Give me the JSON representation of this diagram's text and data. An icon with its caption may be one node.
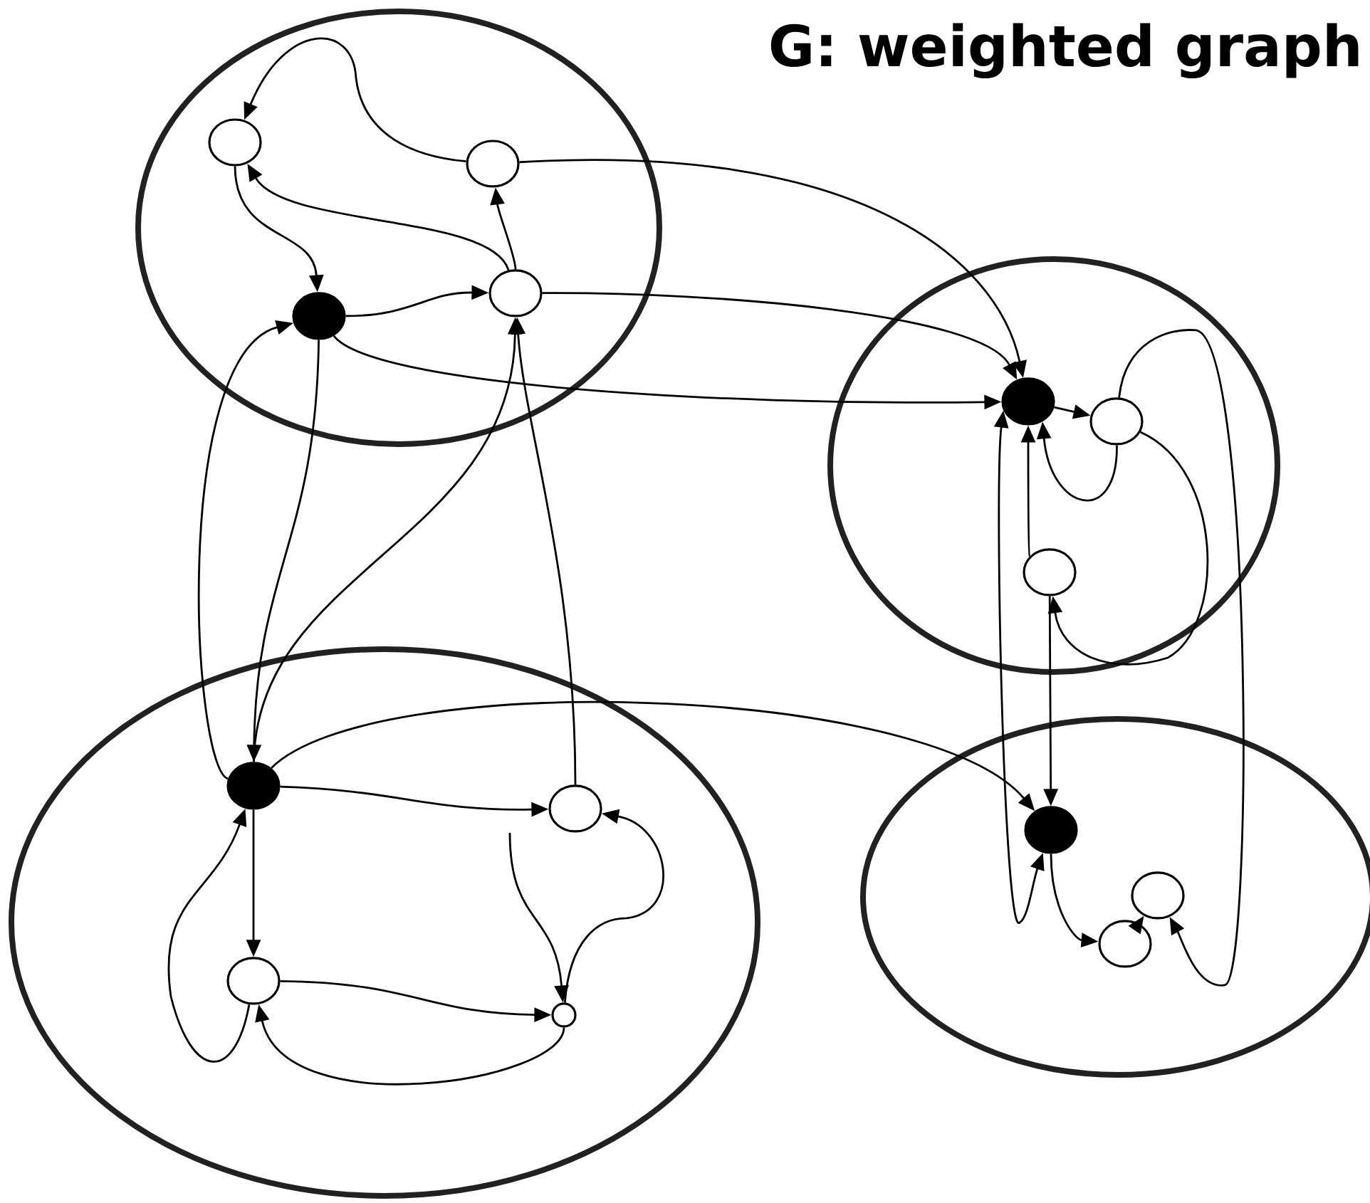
{
  "diagram": {
    "title": "G: weighted graph",
    "nodes": [
      {
        "text": [],
        "shape": "ellipse"
      },
      {
        "text": [],
        "shape": "circle",
        "in": 0
      },
      {
        "text": [],
        "shape": "circle",
        "in": 0
      },
      {
        "text": [],
        "shape": "dot",
        "in": 0
      },
      {
        "text": [],
        "shape": "circle",
        "in": 0
      },
      {
        "text": [],
        "shape": "ellipse"
      },
      {
        "text": [],
        "shape": "dot",
        "in": 5
      },
      {
        "text": [],
        "shape": "circle",
        "in": 5
      },
      {
        "text": [],
        "shape": "circle",
        "in": 5
      },
      {
        "text": [],
        "shape": "ellipse"
      },
      {
        "text": [],
        "shape": "dot",
        "in": 9
      },
      {
        "text": [],
        "shape": "circle",
        "in": 9
      },
      {
        "text": [],
        "shape": "circle",
        "in": 9
      },
      {
        "text": [],
        "shape": "circle",
        "in": 9
      },
      {
        "text": [],
        "shape": "ellipse"
      },
      {
        "text": [],
        "shape": "dot",
        "in": 14
      },
      {
        "text": [],
        "shape": "circle",
        "in": 14
      },
      {
        "text": [],
        "shape": "circle",
        "in": 14
      }
    ],
    "edges": [
      {
        "from": 2,
        "to": 1,
        "arrow": "to"
      },
      {
        "from": 1,
        "to": 3,
        "arrow": "to"
      },
      {
        "from": 4,
        "to": 1,
        "arrow": "to"
      },
      {
        "from": 4,
        "to": 2,
        "arrow": "to"
      },
      {
        "from": 3,
        "to": 4,
        "arrow": "to"
      },
      {
        "from": 3,
        "to": 6,
        "arrow": "to"
      },
      {
        "from": 4,
        "to": 6,
        "arrow": "to"
      },
      {
        "from": 2,
        "to": 6,
        "arrow": "to"
      },
      {
        "from": 10,
        "to": 3,
        "arrow": "to"
      },
      {
        "from": 3,
        "to": 10,
        "arrow": "to"
      },
      {
        "from": 10,
        "to": 4,
        "arrow": "to"
      },
      {
        "from": 11,
        "to": 4,
        "arrow": "to"
      },
      {
        "from": 6,
        "to": 7,
        "arrow": "to"
      },
      {
        "from": 7,
        "to": 6,
        "arrow": "to"
      },
      {
        "from": 7,
        "to": 8,
        "arrow": "to"
      },
      {
        "from": 8,
        "to": 6,
        "arrow": "to"
      },
      {
        "from": 8,
        "to": 15,
        "arrow": "to"
      },
      {
        "from": 6,
        "to": 15,
        "arrow": "both"
      },
      {
        "from": 7,
        "to": 17,
        "arrow": "to"
      },
      {
        "from": 10,
        "to": 15,
        "arrow": "to"
      },
      {
        "from": 15,
        "to": 16,
        "arrow": "to"
      },
      {
        "from": 16,
        "to": 17,
        "arrow": "to"
      },
      {
        "from": 10,
        "to": 11,
        "arrow": "to"
      },
      {
        "from": 10,
        "to": 12,
        "arrow": "to"
      },
      {
        "from": 12,
        "to": 13,
        "arrow": "to"
      },
      {
        "from": 13,
        "to": 12,
        "arrow": "to"
      },
      {
        "from": 12,
        "to": 10,
        "arrow": "to"
      },
      {
        "from": 13,
        "to": 11,
        "arrow": "to"
      },
      {
        "from": null,
        "to": 13,
        "arrow": "to"
      }
    ]
  }
}
